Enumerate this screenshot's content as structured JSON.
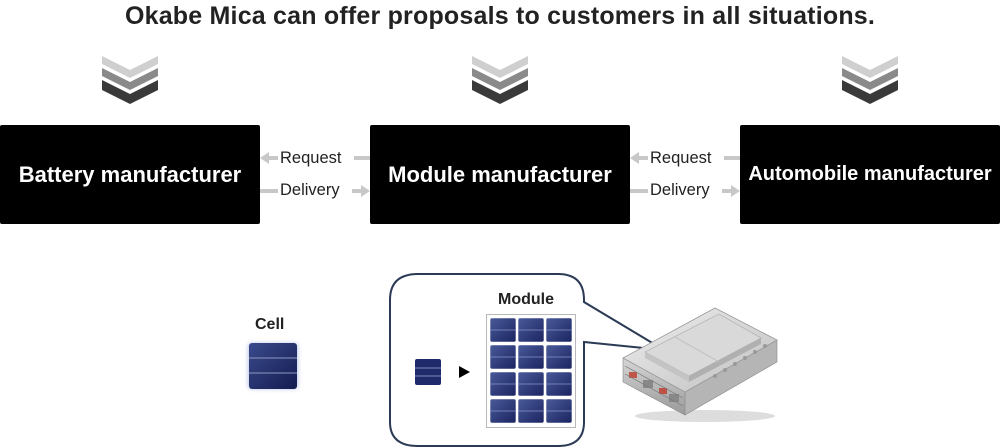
{
  "title": "Okabe Mica can offer proposals to customers in all situations.",
  "boxes": {
    "battery": "Battery manufacturer",
    "module": "Module manufacturer",
    "automobile": "Automobile manufacturer"
  },
  "arrows": {
    "request": "Request",
    "delivery": "Delivery"
  },
  "cell_label": "Cell",
  "module_label": "Module",
  "colors": {
    "box_bg": "#000000",
    "box_text": "#ffffff",
    "chevron_light": "#cfcfcf",
    "chevron_mid": "#8a8a8a",
    "chevron_dark": "#3a3a3a",
    "arrow": "#c8c8c8",
    "callout_border": "#2b3a55",
    "cell_blue": "#1f2a6b"
  }
}
